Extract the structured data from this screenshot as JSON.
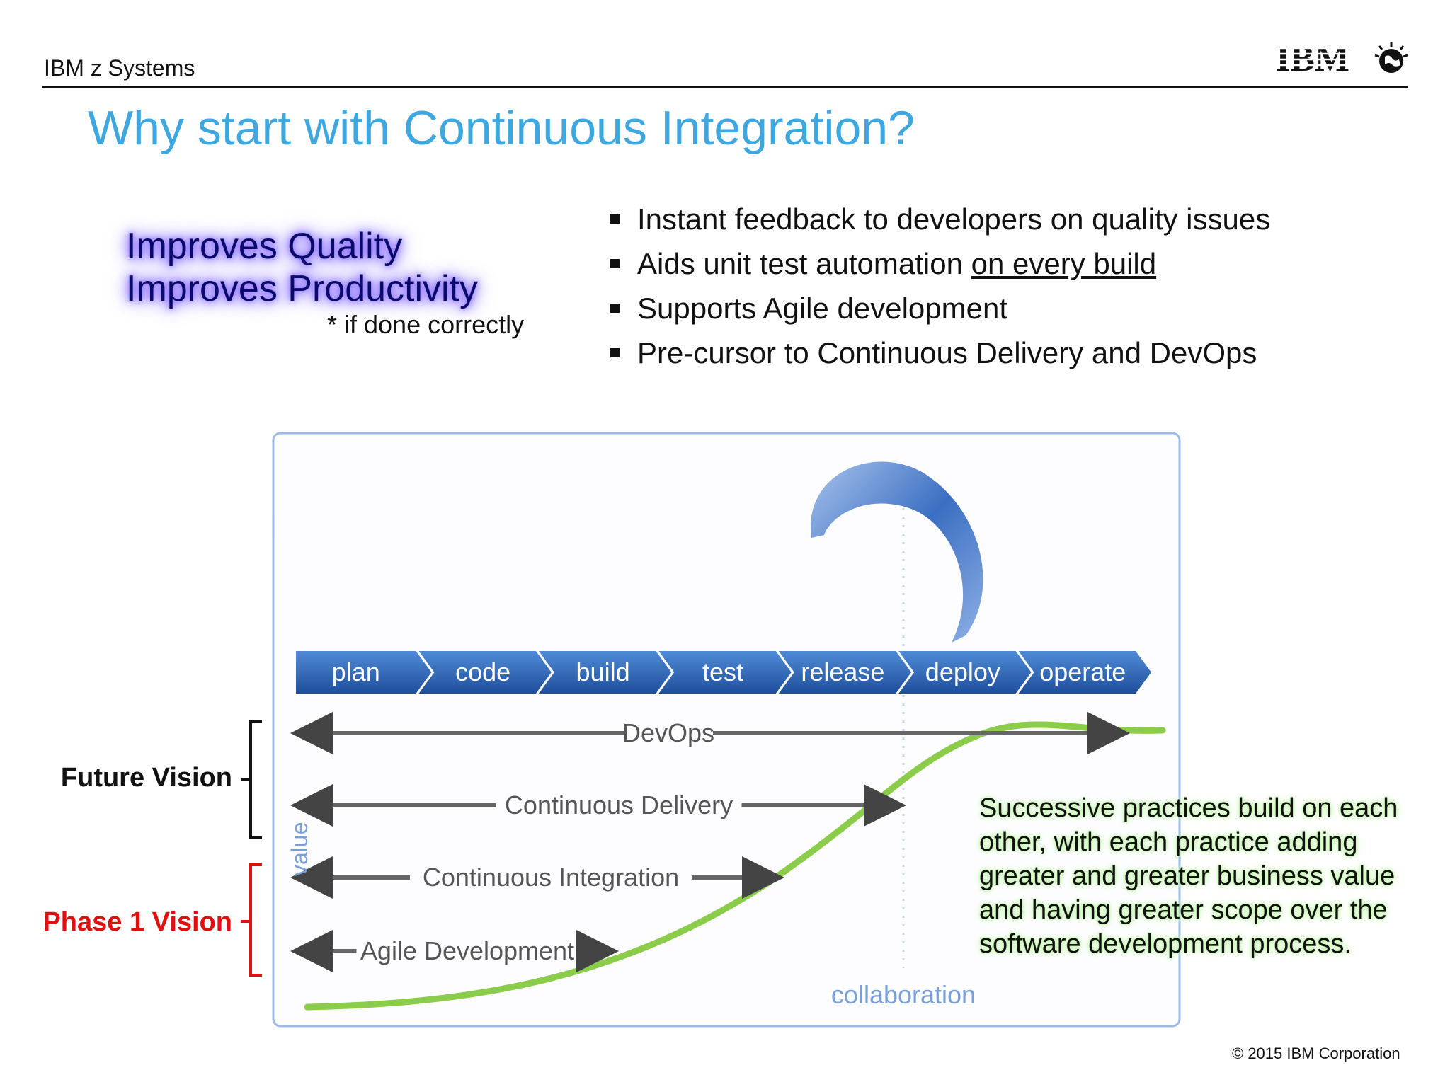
{
  "header": {
    "brand": "IBM z Systems",
    "logo_text": "IBM"
  },
  "title": "Why start with Continuous Integration?",
  "highlights": {
    "line1": "Improves Quality",
    "line2": "Improves Productivity",
    "footnote": "* if done correctly"
  },
  "bullets": [
    {
      "text": "Instant feedback to developers on quality issues"
    },
    {
      "text": "Aids unit test automation ",
      "underlined": "on every build"
    },
    {
      "text": "Supports Agile development"
    },
    {
      "text": "Pre-cursor to Continuous Delivery and DevOps"
    }
  ],
  "diagram": {
    "stages": [
      "plan",
      "code",
      "build",
      "test",
      "release",
      "deploy",
      "operate"
    ],
    "practices": [
      "DevOps",
      "Continuous Delivery",
      "Continuous Integration",
      "Agile Development"
    ],
    "y_label": "value",
    "x_label": "collaboration"
  },
  "brackets": {
    "future": "Future Vision",
    "phase1": "Phase 1 Vision"
  },
  "note": "Successive practices build on each other, with each practice adding greater and greater business value and having greater scope over the software development process.",
  "footer": {
    "copyright": "© 2015 IBM Corporation"
  },
  "colors": {
    "title": "#3ea7e0",
    "stage_bar": "#2a64b8",
    "curve": "#8bcc4a",
    "phase": "#e01010",
    "frame": "#9dbbe6"
  }
}
